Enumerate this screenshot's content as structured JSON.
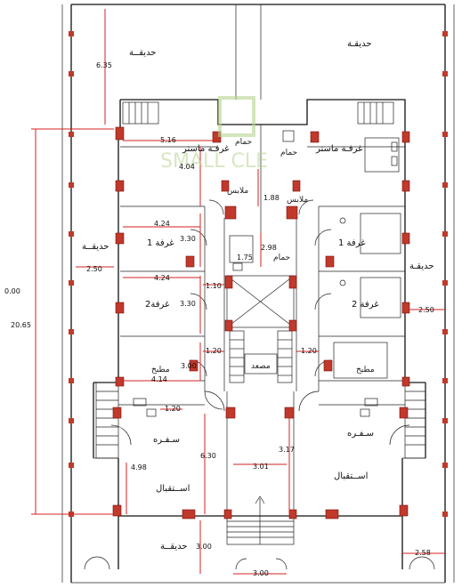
{
  "watermark": {
    "text": "SMALL CLE"
  },
  "rooms": {
    "garden_top_left": "حديقــة",
    "garden_top_right": "حديقـة",
    "garden_left": "حديقــة",
    "garden_right": "حديقـة",
    "garden_bottom": "حديقــة",
    "bath_left": "حمام",
    "bath_right": "حمام",
    "bath_center": "حمام",
    "master_left": "غرفـة ماستر",
    "master_right": "غرفـة ماستر",
    "closet_left": "ملابس",
    "closet_right": "ملابس",
    "room1_left": "غرفة 1",
    "room1_right": "غرفة 1",
    "room2_left": "غرفة2",
    "room2_right": "غرفة 2",
    "kitchen_left": "مطبخ",
    "kitchen_right": "مطبخ",
    "elevator": "مصعد",
    "dining_left": "سـفـره",
    "dining_right": "سـفـره",
    "reception_left": "اســتقبال",
    "reception_right": "اســتقبال"
  },
  "dimensions": {
    "d_6_35": "6.35",
    "d_5_16": "5.16",
    "d_4_04": "4.04",
    "d_1_88": "1.88",
    "d_4_24a": "4.24",
    "d_3_30a": "3.30",
    "d_2_98": "2.98",
    "d_1_75": "1.75",
    "d_2_50l": "2.50",
    "d_4_24b": "4.24",
    "d_1_10": "1.10",
    "d_3_30b": "3.30",
    "d_2_50r": "2.50",
    "d_20_65": "20.65",
    "d_0_00": "0.00",
    "d_1_20a": "1.20",
    "d_1_20b": "1.20",
    "d_3_00a": "3.00",
    "d_4_14": "4.14",
    "d_1_20c": "1.20",
    "d_6_30": "6.30",
    "d_3_17": "3.17",
    "d_4_98": "4.98",
    "d_3_01": "3.01",
    "d_3_00b": "3.00",
    "d_3_00c": "3.00",
    "d_2_58": "2.58"
  }
}
